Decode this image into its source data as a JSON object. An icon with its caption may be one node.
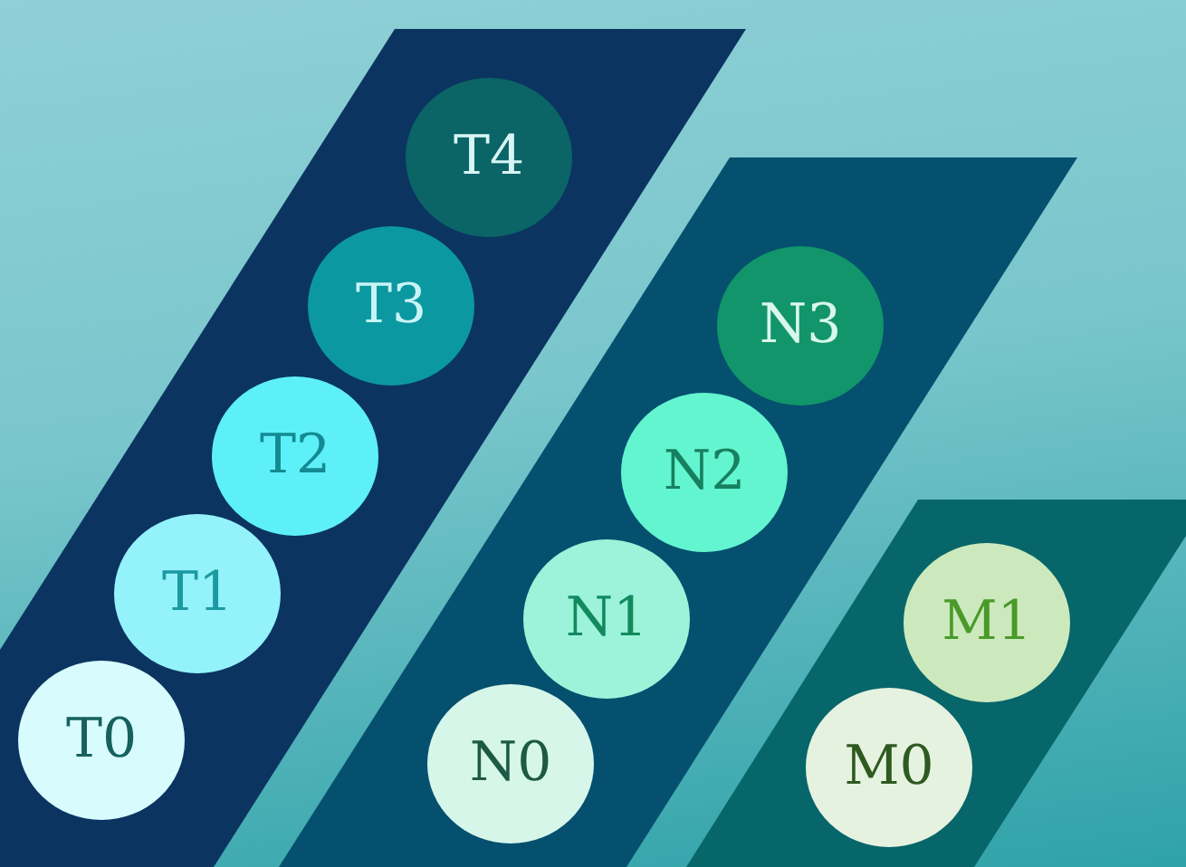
{
  "diagram": {
    "nodes": [
      {
        "text": [
          "T0"
        ]
      },
      {
        "text": [
          "T1"
        ]
      },
      {
        "text": [
          "T2"
        ]
      },
      {
        "text": [
          "T3"
        ]
      },
      {
        "text": [
          "T4"
        ]
      },
      {
        "text": [
          "N0"
        ]
      },
      {
        "text": [
          "N1"
        ]
      },
      {
        "text": [
          "N2"
        ]
      },
      {
        "text": [
          "N3"
        ]
      },
      {
        "text": [
          "M0"
        ]
      },
      {
        "text": [
          "M1"
        ]
      }
    ]
  }
}
